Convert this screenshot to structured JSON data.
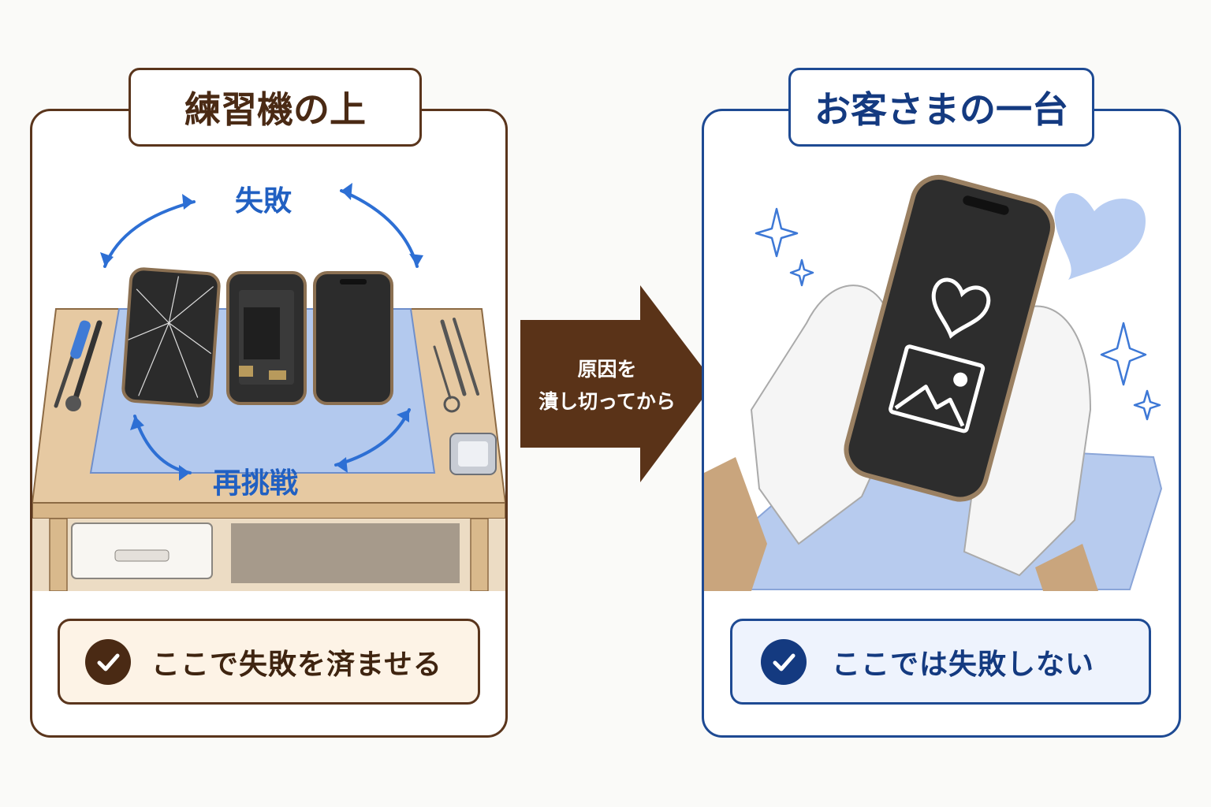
{
  "left_panel": {
    "title": "練習機の上",
    "cycle_top": "失敗",
    "cycle_bottom": "再挑戦",
    "bottom_text": "ここで失敗を済ませる",
    "accent_color": "#5a351c"
  },
  "arrow": {
    "line1": "原因を",
    "line2": "潰し切ってから",
    "color": "#5a3318"
  },
  "right_panel": {
    "title": "お客さまの一台",
    "bottom_text": "ここでは失敗しない",
    "accent_color": "#1e4a93"
  },
  "icons": [
    "check-icon",
    "heart-icon",
    "image-icon",
    "sparkle-icon"
  ]
}
